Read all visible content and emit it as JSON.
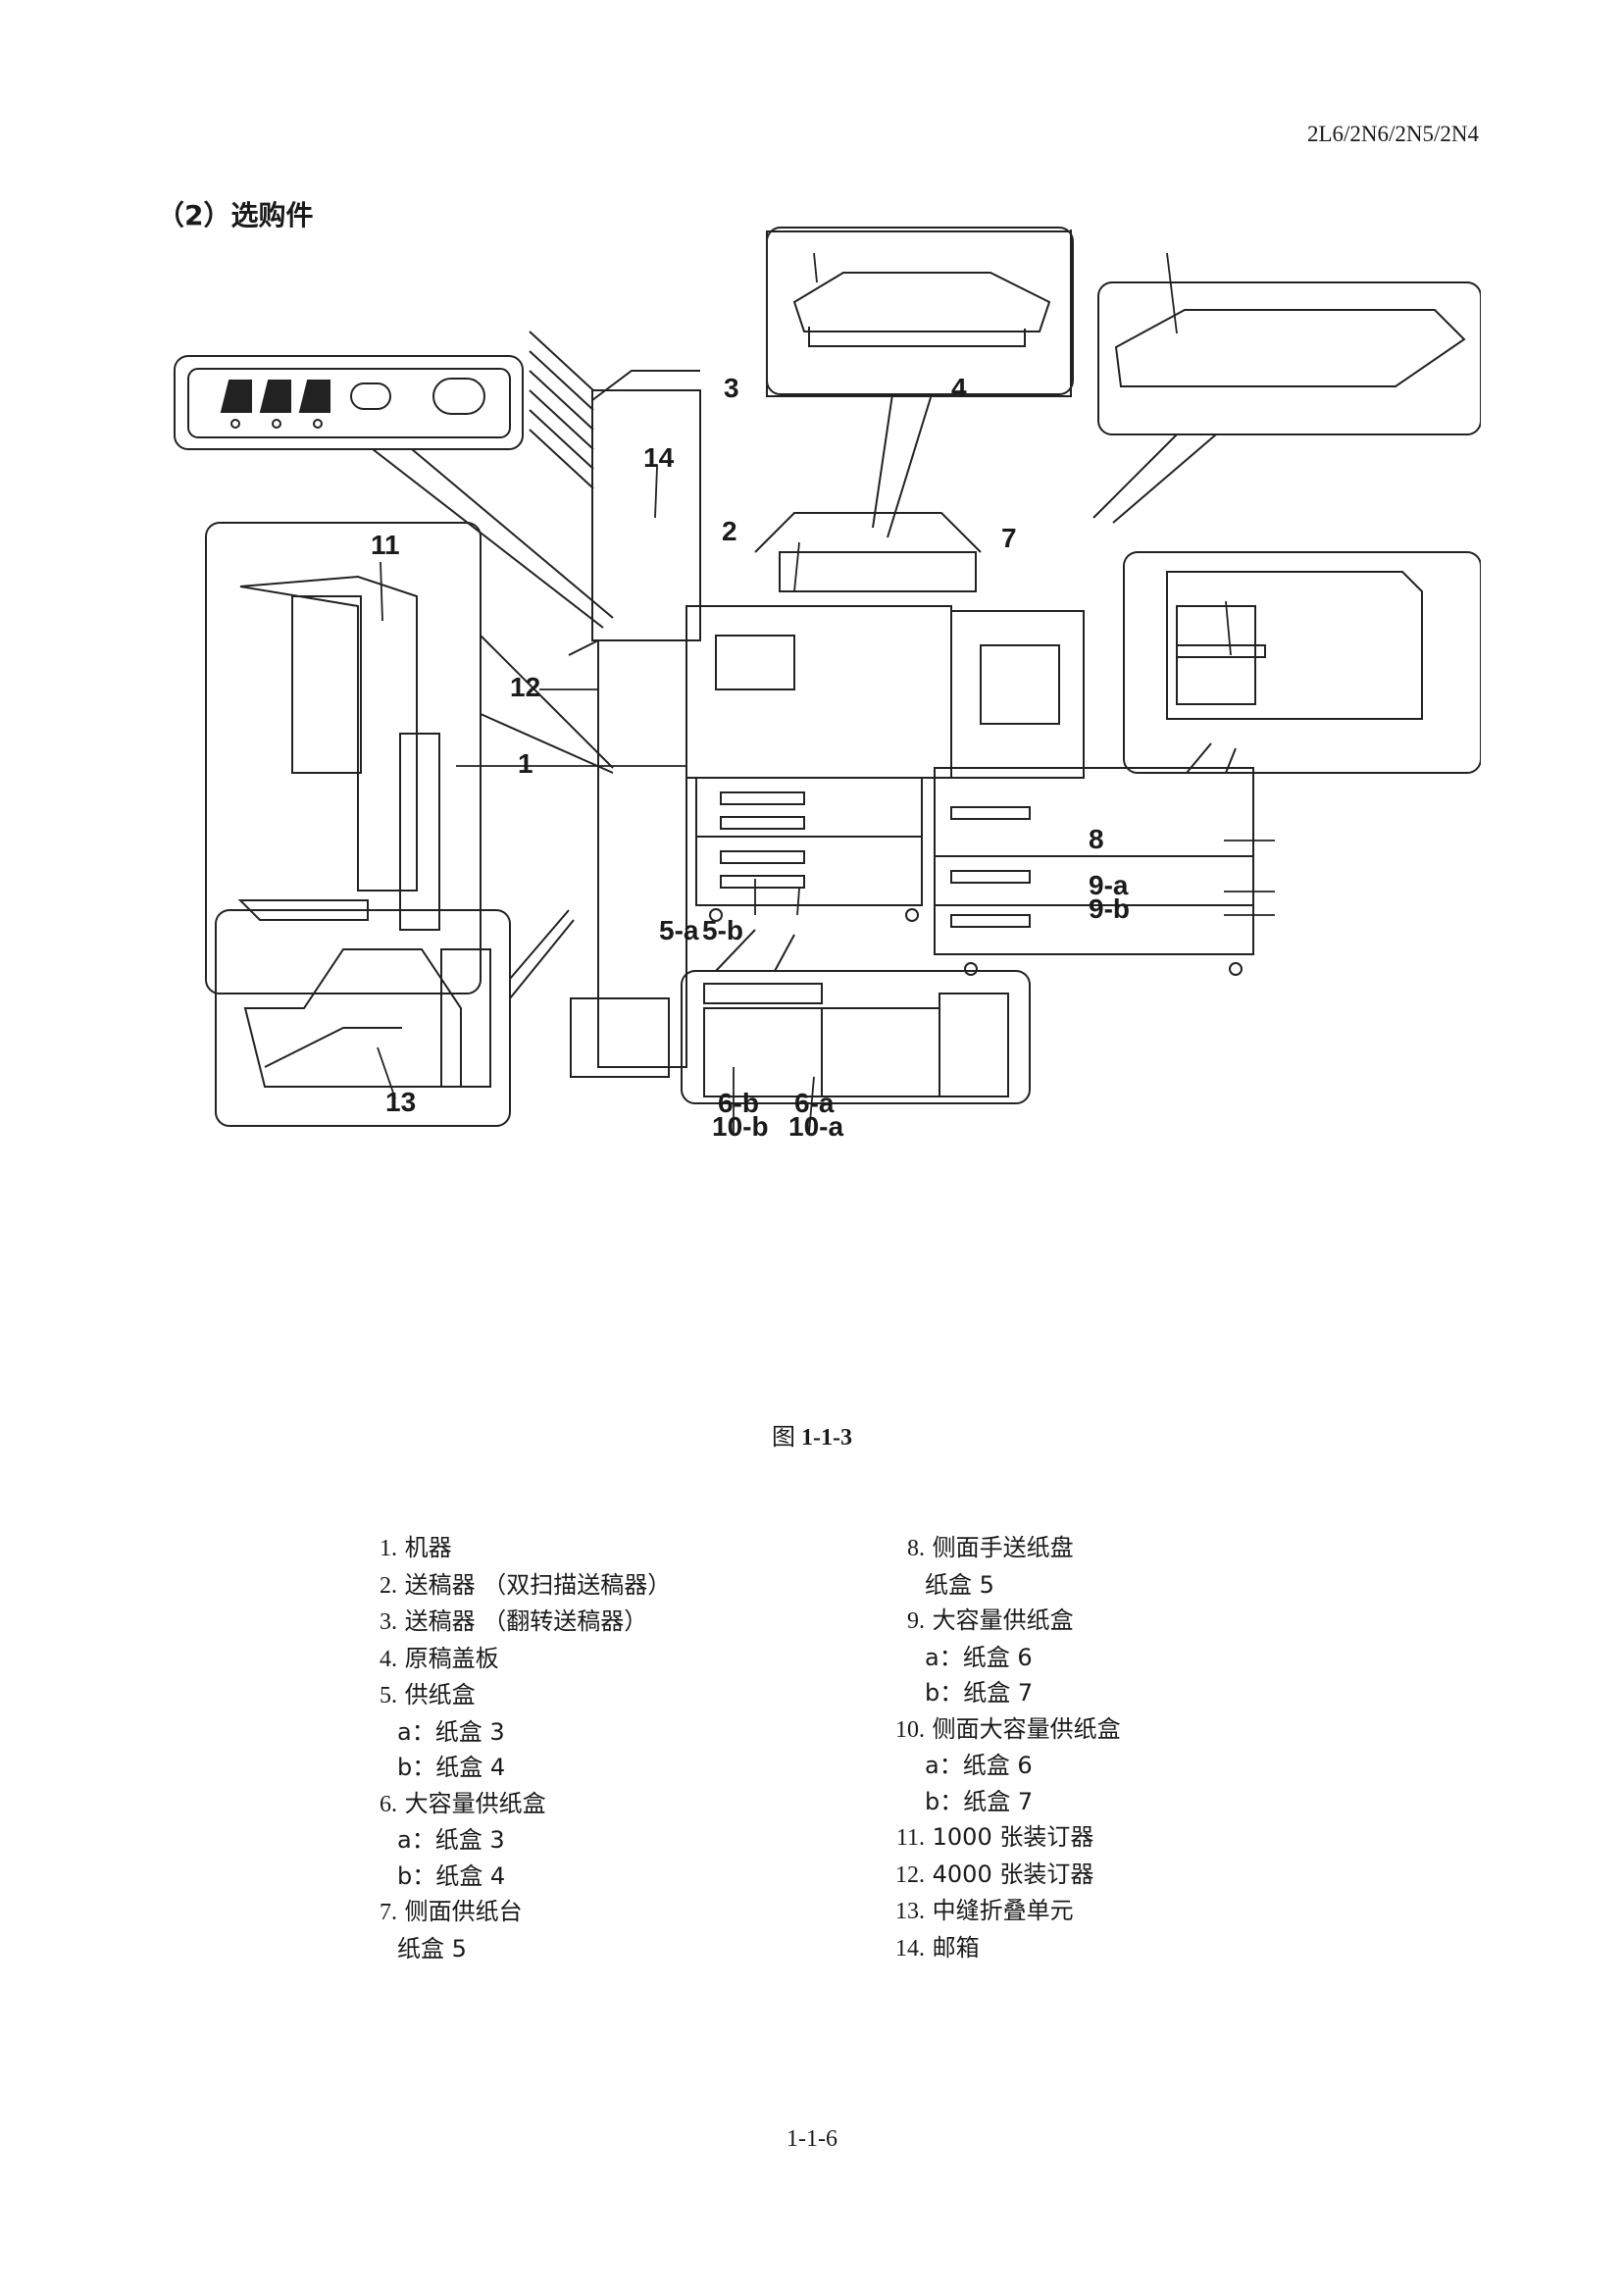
{
  "header": {
    "model_code": "2L6/2N6/2N5/2N4"
  },
  "section": {
    "title": "（2）选购件"
  },
  "figure": {
    "callouts": {
      "c1": "1",
      "c2": "2",
      "c3": "3",
      "c4": "4",
      "c5a": "5-a",
      "c5b": "5-b",
      "c6a": "6-a",
      "c6b": "6-b",
      "c7": "7",
      "c8": "8",
      "c9a": "9-a",
      "c9b": "9-b",
      "c10a": "10-a",
      "c10b": "10-b",
      "c11": "11",
      "c12": "12",
      "c13": "13",
      "c14": "14"
    },
    "caption_prefix": "图",
    "caption_number": "1-1-3"
  },
  "legend_left": [
    {
      "num": "1.",
      "text": "机器"
    },
    {
      "num": "2.",
      "text": "送稿器 （双扫描送稿器）"
    },
    {
      "num": "3.",
      "text": "送稿器 （翻转送稿器）"
    },
    {
      "num": "4.",
      "text": "原稿盖板"
    },
    {
      "num": "5.",
      "text": "供纸盒"
    },
    {
      "num": "",
      "text": "a：纸盒 3"
    },
    {
      "num": "",
      "text": "b：纸盒 4"
    },
    {
      "num": "6.",
      "text": "大容量供纸盒"
    },
    {
      "num": "",
      "text": "a：纸盒 3"
    },
    {
      "num": "",
      "text": "b：纸盒 4"
    },
    {
      "num": "7.",
      "text": "侧面供纸台"
    },
    {
      "num": "",
      "text": "纸盒 5"
    }
  ],
  "legend_right": [
    {
      "num": "8.",
      "text": "侧面手送纸盘"
    },
    {
      "num": "",
      "text": "纸盒 5"
    },
    {
      "num": "9.",
      "text": "大容量供纸盒"
    },
    {
      "num": "",
      "text": "a：纸盒 6"
    },
    {
      "num": "",
      "text": "b：纸盒 7"
    },
    {
      "num": "10.",
      "text": "侧面大容量供纸盒"
    },
    {
      "num": "",
      "text": "a：纸盒 6"
    },
    {
      "num": "",
      "text": "b：纸盒 7"
    },
    {
      "num": "11.",
      "text": "1000 张装订器"
    },
    {
      "num": "12.",
      "text": "4000 张装订器"
    },
    {
      "num": "13.",
      "text": "中缝折叠单元"
    },
    {
      "num": "14.",
      "text": "邮箱"
    }
  ],
  "footer": {
    "page_number": "1-1-6"
  }
}
